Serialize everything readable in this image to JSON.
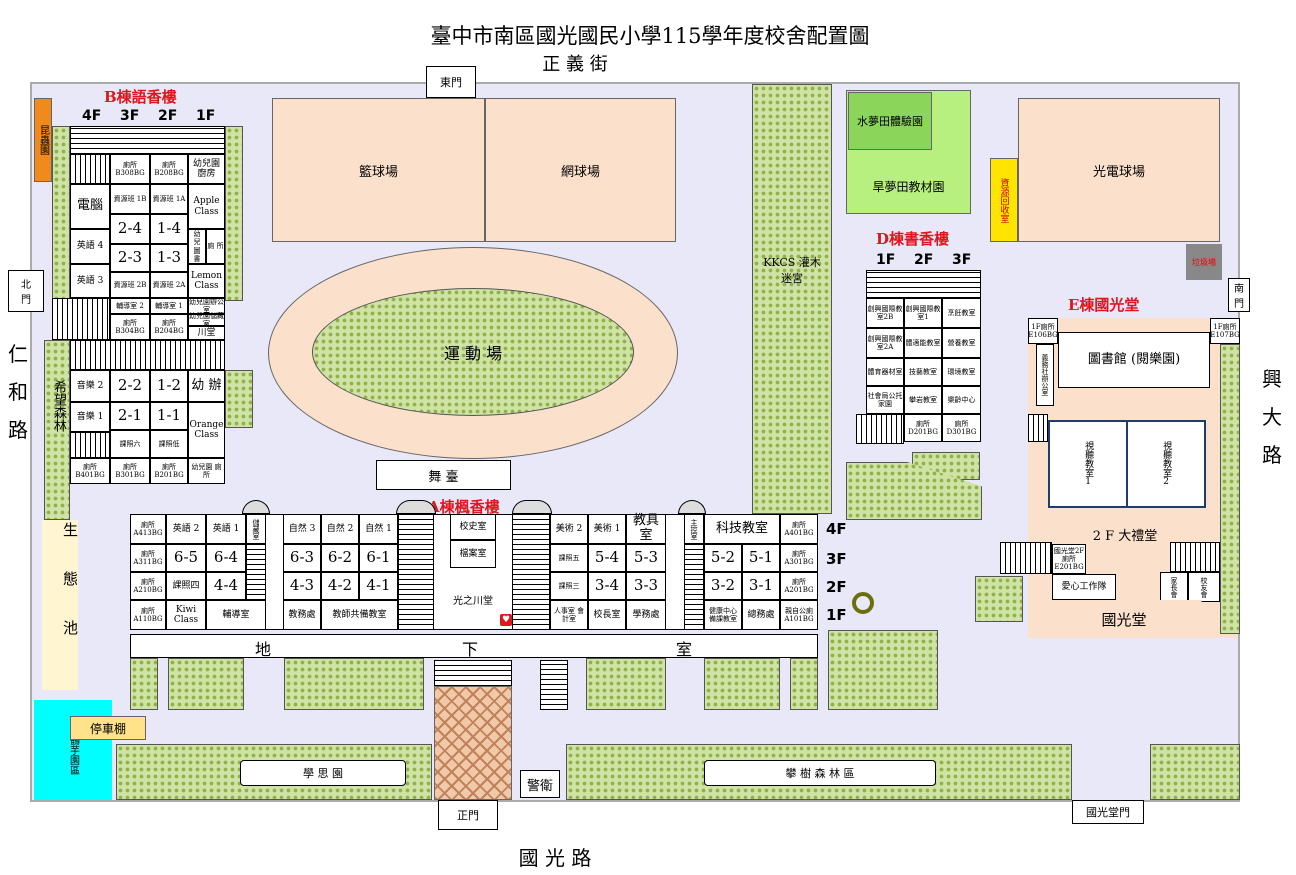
{
  "title": "臺中市南區國光國民小學115學年度校舍配置圖",
  "streets": {
    "north": "正 義 街",
    "south": "國 光 路",
    "west_chars": [
      "仁",
      "和",
      "路"
    ],
    "east_chars": [
      "興",
      "大",
      "路"
    ]
  },
  "gates": {
    "east_gate": "東門",
    "north_gate_chars": [
      "北",
      "門"
    ],
    "south_gate_chars": [
      "南",
      "門"
    ],
    "main_gate": "正門",
    "guoguang_gate": "國光堂門"
  },
  "buildings": {
    "A": "A棟楓香樓",
    "B": "B棟語香樓",
    "D": "D棟書香樓",
    "E": "E棟國光堂"
  },
  "floors_B": [
    "4F",
    "3F",
    "2F",
    "1F"
  ],
  "floors_D": [
    "1F",
    "2F",
    "3F"
  ],
  "floors_A": [
    "4F",
    "3F",
    "2F",
    "1F"
  ],
  "areas": {
    "basketball": "籃球場",
    "tennis": "網球場",
    "playground": "運 動 場",
    "stage": "舞  臺",
    "water_field": "水夢田體驗園",
    "dry_field": "旱夢田教材園",
    "recycle": "資源回收室",
    "solar": "光電球場",
    "kkcs": "KKCS 灌木迷宮",
    "insect": "昆蟲園",
    "hope_forest": "希望森林",
    "eco_pond": "生態池",
    "bike_shed": "停車棚",
    "taro": "白鶴芋園區",
    "xuesi": "學    思    園",
    "panshu": "攀    樹    森    林    區",
    "guard": "警衛",
    "basement": [
      "地",
      "下",
      "室"
    ],
    "trash": "垃圾場"
  },
  "B_rooms": {
    "top_toilets": [
      "廁所 B308BG",
      "廁所 B208BG",
      "幼兒園 廚房"
    ],
    "r_resource1b": "資源班 1B",
    "r_resource1a": "資源班 1A",
    "r_apple": "Apple Class",
    "r_computer": "電腦",
    "r_eng4": "英語 4",
    "r_eng3": "英語 3",
    "r_24": "2-4",
    "r_14": "1-4",
    "r_23": "2-3",
    "r_13": "1-3",
    "r_resource2b": "資源班 2B",
    "r_resource2a": "資源班 2A",
    "r_kid_lib": "幼 兒 圖 書",
    "r_toilet_small": "廁 所",
    "r_lemon": "Lemon Class",
    "r_counsel2": "輔導室 2",
    "r_counsel1": "輔導室 1",
    "r_kid_teacher": "幼兒園辦公室",
    "toilet_b304": "廁所 B304BG",
    "toilet_b204": "廁所 B204BG",
    "r_kid_store": "幼兒園儲藏室",
    "r_chuan": "川堂",
    "r_music2": "音樂 2",
    "r_22": "2-2",
    "r_12": "1-2",
    "r_kid_office": "幼 辦",
    "r_music1": "音樂 1",
    "r_21": "2-1",
    "r_11": "1-1",
    "r_orange": "Orange Class",
    "toilet_b401": "廁所 B401BG",
    "r_course6": "課照六",
    "r_course_low": "課照低",
    "toilet_b301": "廁所 B301BG",
    "toilet_b201": "廁所 B201BG",
    "toilet_kid": "幼兒園 廁所"
  },
  "D_rooms": {
    "r_2b": "創興國際教室2B",
    "r_1": "創興國際教室1",
    "r_dong": "烹飪教室",
    "r_2a": "創興國際教室2A",
    "r_art": "體適能教室",
    "r_cook": "營養教室",
    "r_equip": "體育器材室",
    "r_craft": "技藝教室",
    "r_env": "環境教室",
    "r_social": "社會局公托家園",
    "r_prof": "攀岩教室",
    "r_center": "樂齡中心",
    "toilet_d201": "廁所 D201BG",
    "toilet_d301": "廁所 D301BG"
  },
  "E_rooms": {
    "toilet_e106": "1F廁所 E106BG",
    "toilet_e107": "1F廁所 E107BG",
    "library": "圖書館 (閱樂園)",
    "volunteer": "義務社辦公室",
    "av1": "視聽教室1",
    "av2": "視聽教室2",
    "hall2f": "2 F 大禮堂",
    "toilet_e201": "國光堂2F 廁所 E201BG",
    "aixin": "愛心工作隊",
    "pta": "家長會",
    "alumni": "校友會",
    "guoguangtang": "國光堂"
  },
  "A_rooms": {
    "row4": [
      "廁所 A413BG",
      "英語 2",
      "英語 1",
      "",
      "自然 3",
      "自然 2",
      "自然 1",
      "校史室",
      "美術 2",
      "美術 1",
      "教具室",
      "科技教室",
      "廁所 A401BG"
    ],
    "row3": [
      "廁所 A311BG",
      "6-5",
      "6-4",
      "",
      "6-3",
      "6-2",
      "6-1",
      "檔案室",
      "課照五",
      "5-4",
      "5-3",
      "5-2",
      "5-1",
      "廁所 A301BG"
    ],
    "row2": [
      "廁所 A210BG",
      "課照四",
      "4-4",
      "4-3",
      "4-2",
      "4-1",
      "課照三",
      "3-4",
      "3-3",
      "3-2",
      "3-1",
      "廁所 A201BG"
    ],
    "row1": [
      "廁所 A110BG",
      "Kiwi Class",
      "輔導室",
      "教務處",
      "教師共備教室",
      "人事室 會計室",
      "校長室",
      "學務處",
      "健康中心 備課教室",
      "總務處",
      "親自公廁 A101BG"
    ],
    "health": "健康中心",
    "guangzhi": "光之川堂",
    "storage": "儲藏室",
    "host": "主控室"
  }
}
